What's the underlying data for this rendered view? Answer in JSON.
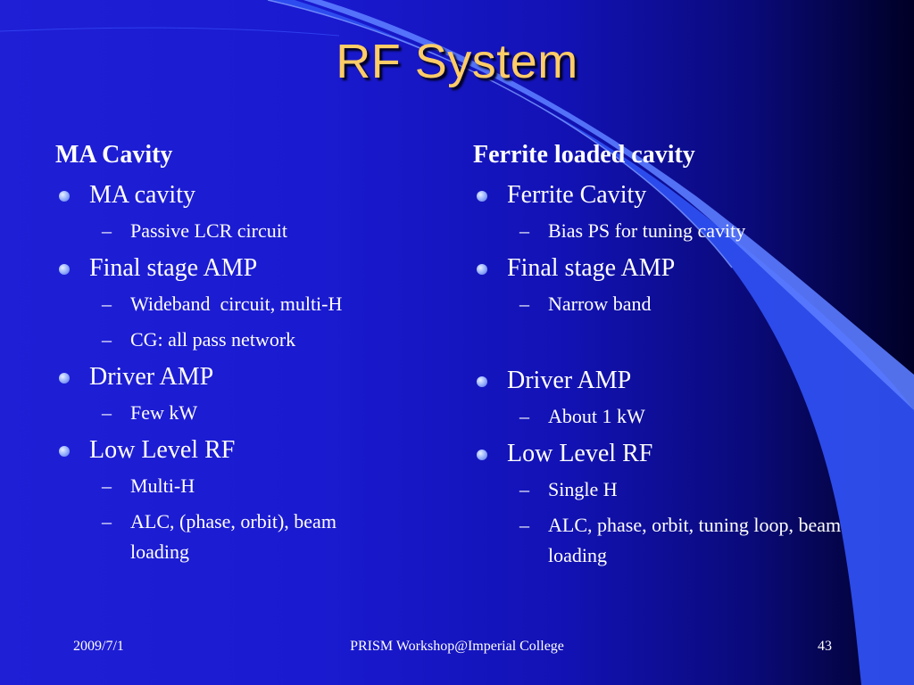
{
  "title": "RF System",
  "left": {
    "heading": "MA Cavity",
    "items": [
      {
        "label": "MA cavity",
        "subs": [
          "Passive LCR circuit"
        ]
      },
      {
        "label": "Final stage AMP",
        "subs": [
          "Wideband  circuit, multi-H",
          "CG: all pass network"
        ]
      },
      {
        "label": "Driver AMP",
        "subs": [
          "Few kW"
        ]
      },
      {
        "label": "Low Level RF",
        "subs": [
          "Multi-H",
          "ALC, (phase, orbit), beam loading"
        ]
      }
    ]
  },
  "right": {
    "heading": "Ferrite loaded cavity",
    "items": [
      {
        "label": "Ferrite Cavity",
        "subs": [
          "Bias PS for tuning cavity"
        ]
      },
      {
        "label": "Final stage AMP",
        "subs": [
          "Narrow band"
        ]
      },
      {
        "label": "Driver AMP",
        "subs": [
          "About 1 kW"
        ]
      },
      {
        "label": "Low Level RF",
        "subs": [
          "Single H",
          "ALC, phase, orbit, tuning loop, beam loading"
        ]
      }
    ]
  },
  "footer": {
    "date": "2009/7/1",
    "center": "PRISM Workshop@Imperial College",
    "page": "43"
  }
}
